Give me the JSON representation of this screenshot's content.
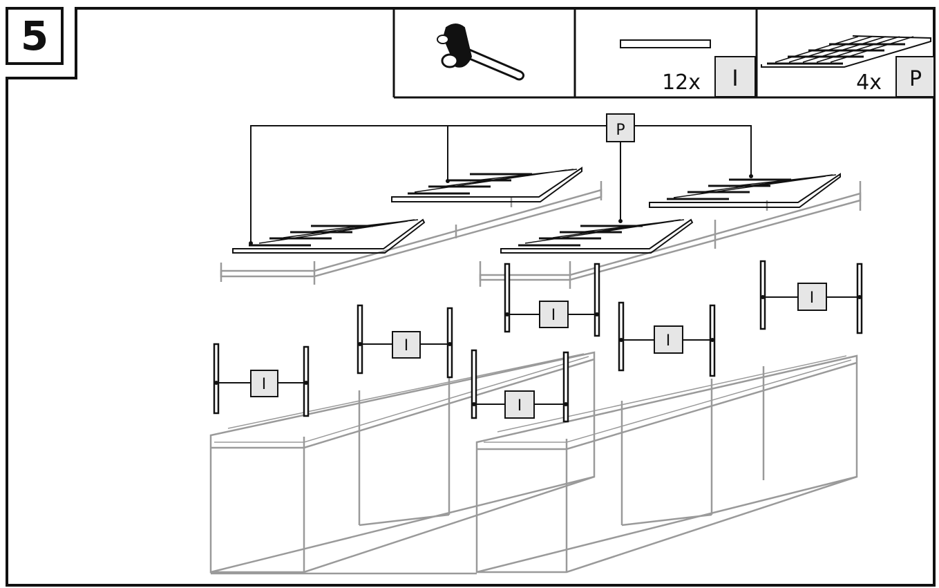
{
  "step": {
    "number": "5"
  },
  "toolbox": {
    "tool": {
      "icon": "rubber-mallet-icon"
    },
    "part_i": {
      "icon": "bar-part-icon",
      "quantity": "12x",
      "letter": "I"
    },
    "part_p": {
      "icon": "shelf-grid-icon",
      "quantity": "4x",
      "letter": "P"
    }
  },
  "diagram": {
    "callout_p": "P",
    "callout_i": [
      "I",
      "I",
      "I",
      "I",
      "I",
      "I"
    ]
  },
  "colors": {
    "line": "#111111",
    "frame": "#9a9a9a",
    "label_fill": "#e6e6e6"
  }
}
